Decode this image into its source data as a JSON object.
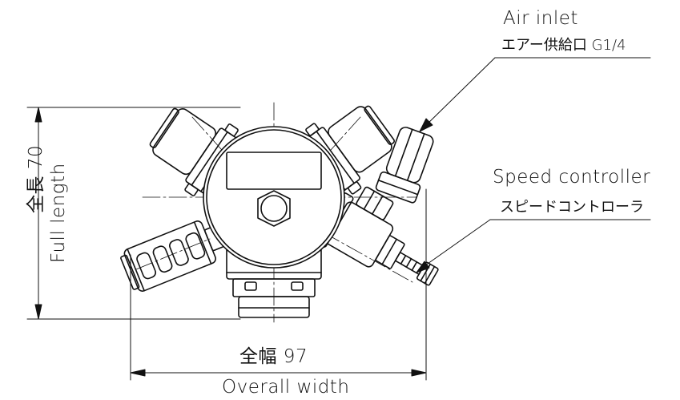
{
  "labels": {
    "air_inlet_en": "Air inlet",
    "air_inlet_jp": "エアー供給口 G1/4",
    "speed_controller_en": "Speed controller",
    "speed_controller_jp": "スピードコントローラ",
    "full_length_jp": "全長 70",
    "full_length_en": "Full length",
    "overall_width_jp": "全幅 97",
    "overall_width_en": "Overall width"
  },
  "colors": {
    "line": "#111111",
    "background": "#ffffff"
  }
}
